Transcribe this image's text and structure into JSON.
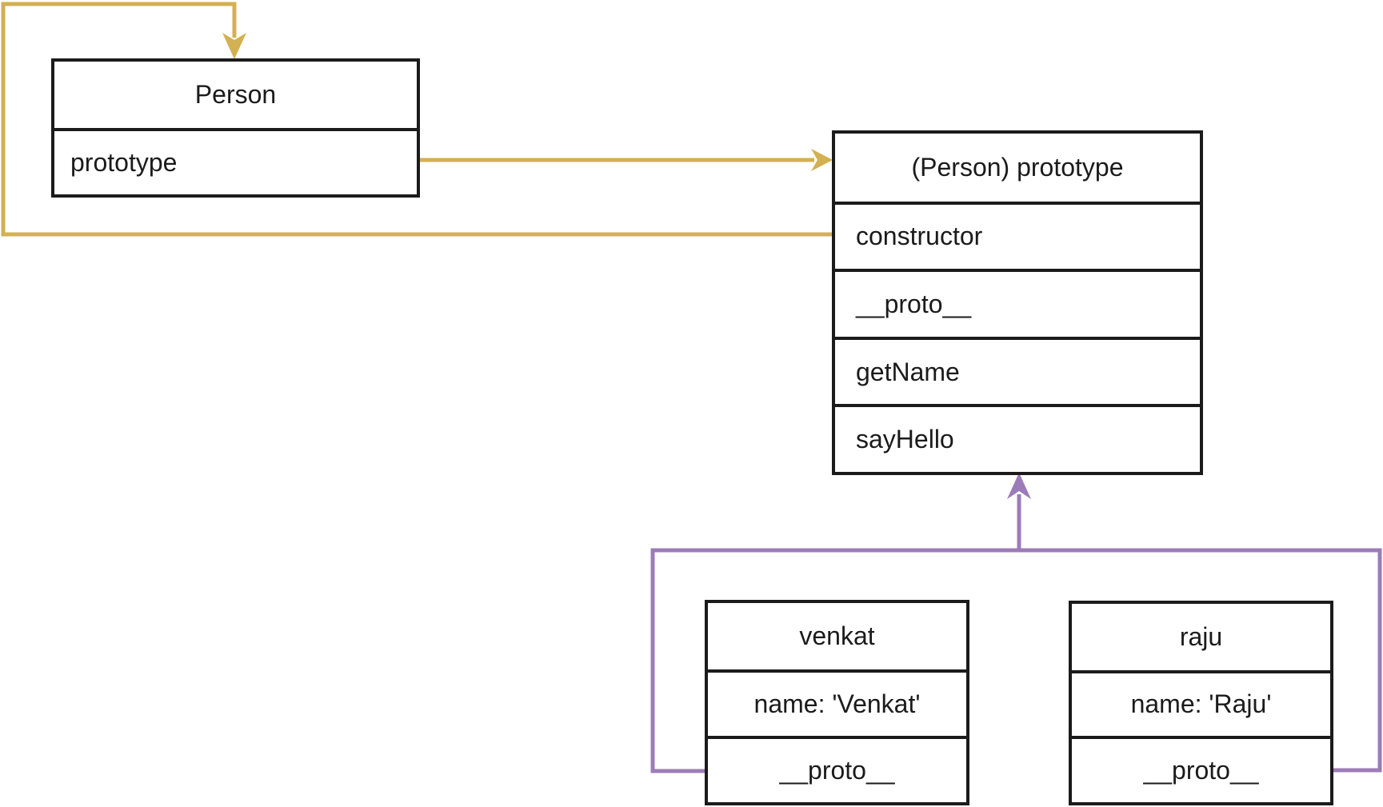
{
  "colors": {
    "gold": "#d3b052",
    "purple": "#9c7cb8",
    "ink": "#1b1b1b",
    "background": "#ffffff"
  },
  "nodes": {
    "person": {
      "title": "Person",
      "fields": [
        "prototype"
      ]
    },
    "person_prototype": {
      "title": "(Person) prototype",
      "fields": [
        "constructor",
        "__proto__",
        "getName",
        "sayHello"
      ]
    },
    "venkat": {
      "title": "venkat",
      "fields": [
        "name: 'Venkat'",
        "__proto__"
      ]
    },
    "raju": {
      "title": "raju",
      "fields": [
        "name: 'Raju'",
        "__proto__"
      ]
    }
  },
  "edges": [
    {
      "from": "Person.prototype",
      "to": "(Person) prototype",
      "color": "gold"
    },
    {
      "from": "(Person) prototype.constructor",
      "to": "Person",
      "color": "gold"
    },
    {
      "from": "venkat.__proto__",
      "to": "(Person) prototype",
      "color": "purple"
    },
    {
      "from": "raju.__proto__",
      "to": "(Person) prototype",
      "color": "purple"
    }
  ]
}
